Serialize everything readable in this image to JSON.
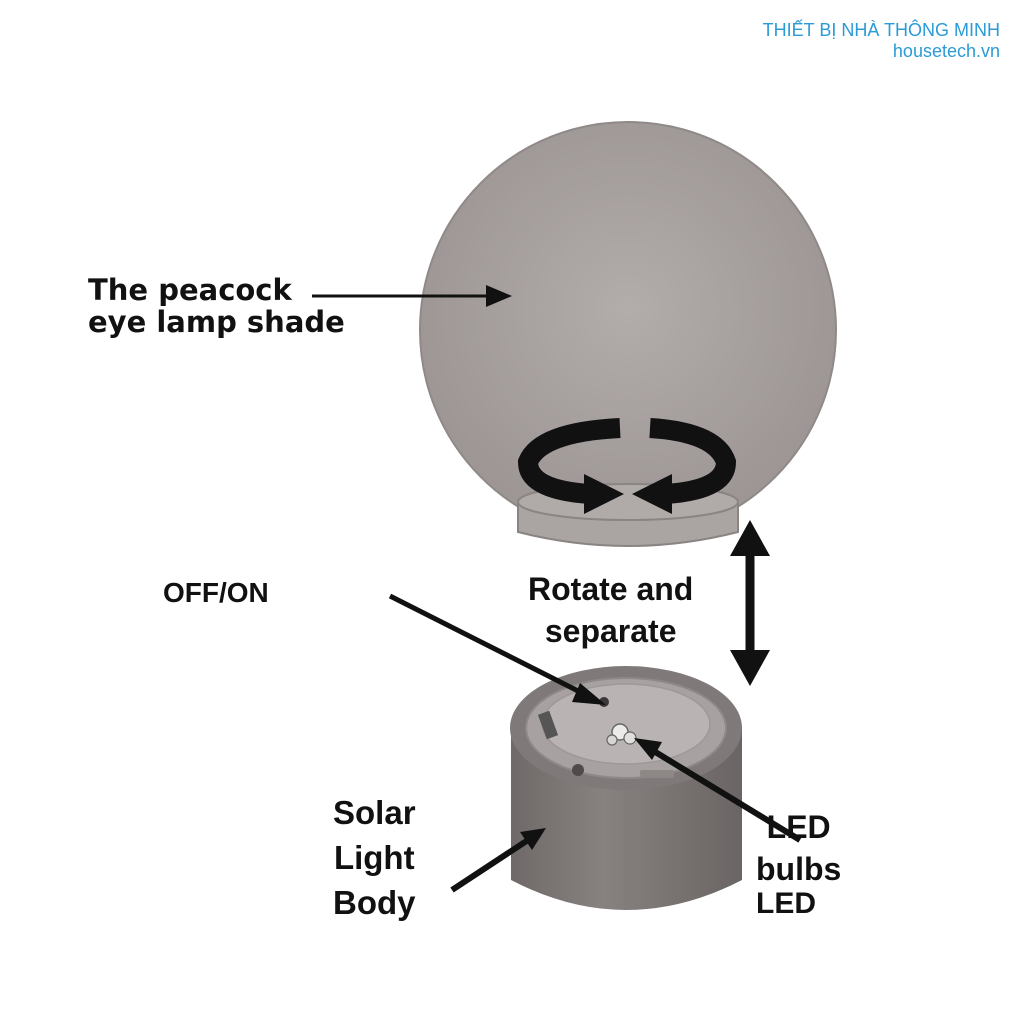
{
  "watermark": {
    "line1": "THIẾT BỊ NHÀ THÔNG MINH",
    "line2": "housetech.vn",
    "color": "#2b9bd6"
  },
  "labels": {
    "lamp_shade_line1": "The peacock",
    "lamp_shade_line2": "eye lamp shade",
    "off_on": "OFF/ON",
    "rotate_line1": "Rotate and",
    "rotate_line2": "separate",
    "body_line1": "Solar",
    "body_line2": "Light",
    "body_line3": "Body",
    "led_line1": "LED",
    "led_line2": "bulbs",
    "led_extra": "LED"
  },
  "colors": {
    "shade": "#a8a2a1",
    "body": "#7d7877",
    "arrow": "#111111"
  }
}
